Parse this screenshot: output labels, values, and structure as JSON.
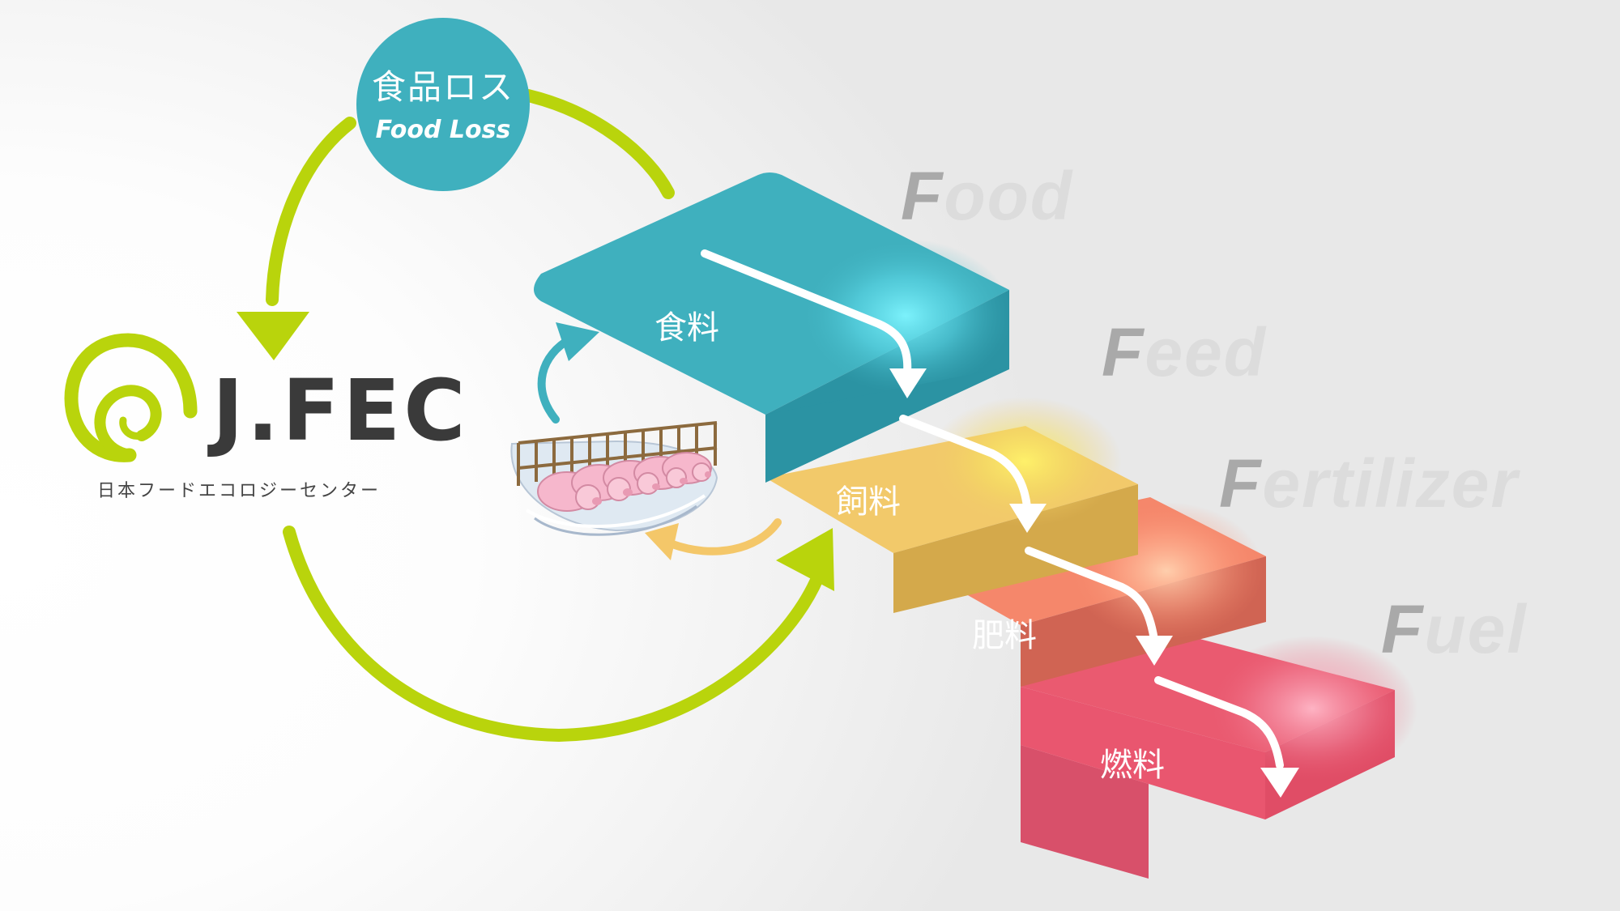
{
  "food_loss": {
    "label_jp": "食品ロス",
    "label_en": "Food Loss"
  },
  "logo": {
    "name": "J.FEC",
    "subtitle": "日本フードエコロジーセンター"
  },
  "stairs": [
    {
      "label": "食料",
      "color": "#3fb0be"
    },
    {
      "label": "飼料",
      "color": "#f2c96a"
    },
    {
      "label": "肥料",
      "color": "#f5876b"
    },
    {
      "label": "燃料",
      "color": "#ea5a70"
    }
  ],
  "f_words": [
    {
      "first": "F",
      "rest": "ood"
    },
    {
      "first": "F",
      "rest": "eed"
    },
    {
      "first": "F",
      "rest": "ertilizer"
    },
    {
      "first": "F",
      "rest": "uel"
    }
  ],
  "colors": {
    "cycle_arrow": "#b9d40c",
    "logo_swirl": "#b9d40c",
    "teal": "#3fb0be",
    "yellow_arrow": "#f4c769"
  },
  "icons": [
    "pig-pen-illustration",
    "cycle-arrow",
    "down-arrow"
  ]
}
